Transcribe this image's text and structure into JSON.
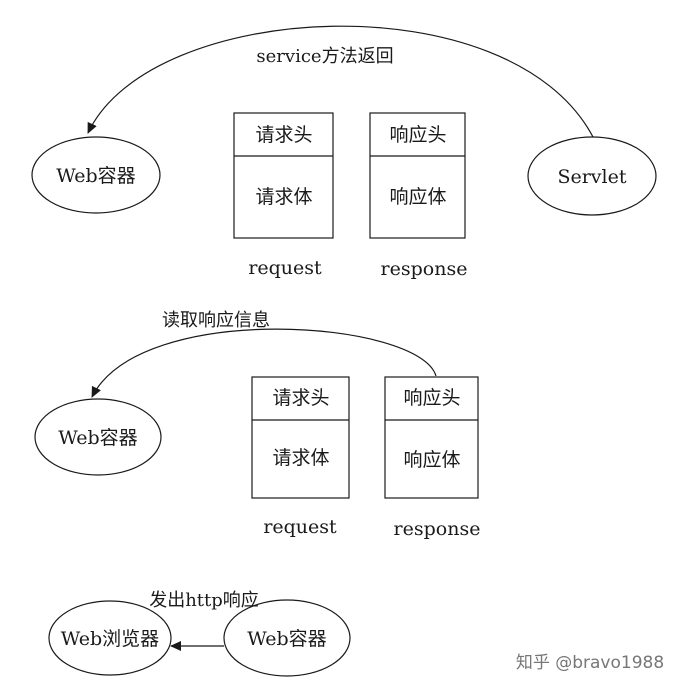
{
  "section1": {
    "title": "service方法返回",
    "left_node": "Web容器",
    "right_node": "Servlet",
    "request_box": {
      "head": "请求头",
      "body": "请求体",
      "caption": "request"
    },
    "response_box": {
      "head": "响应头",
      "body": "响应体",
      "caption": "response"
    }
  },
  "section2": {
    "title": "读取响应信息",
    "left_node": "Web容器",
    "request_box": {
      "head": "请求头",
      "body": "请求体",
      "caption": "request"
    },
    "response_box": {
      "head": "响应头",
      "body": "响应体",
      "caption": "response"
    }
  },
  "section3": {
    "title": "发出http响应",
    "left_node": "Web浏览器",
    "right_node": "Web容器"
  },
  "watermark": "知乎 @bravo1988"
}
